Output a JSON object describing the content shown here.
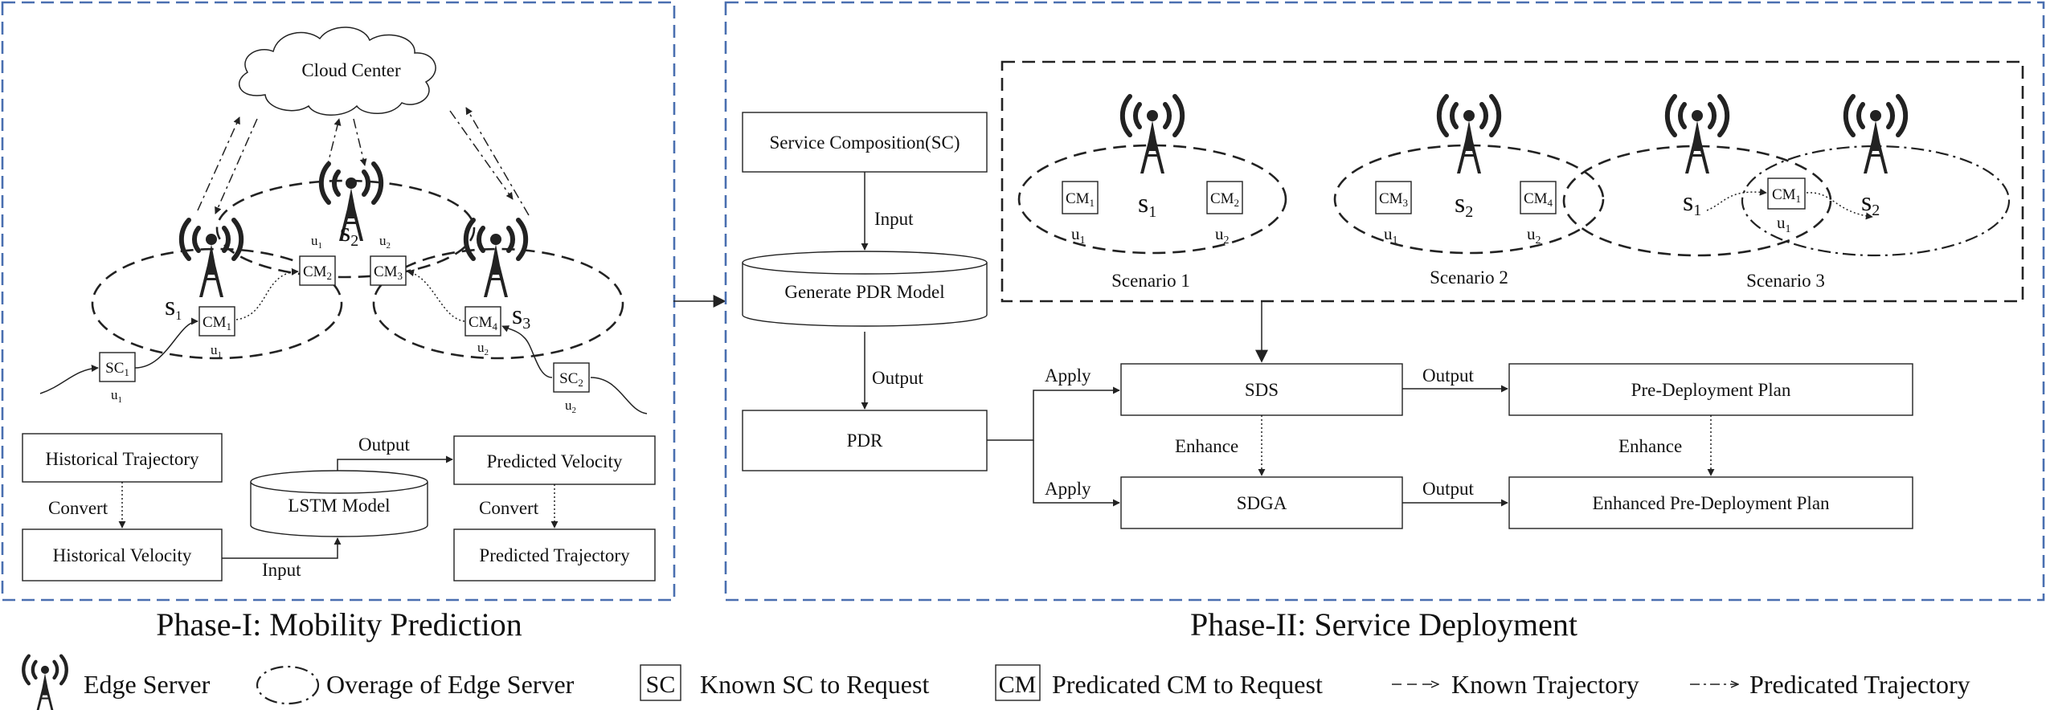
{
  "phase1": {
    "title": "Phase-I: Mobility Prediction",
    "cloud_label": "Cloud Center",
    "servers": [
      "s",
      "s",
      "s"
    ],
    "server_subs": [
      "1",
      "2",
      "3"
    ],
    "cm_labels": [
      "CM",
      "CM",
      "CM",
      "CM"
    ],
    "cm_subs": [
      "1",
      "2",
      "3",
      "4"
    ],
    "sc_labels": [
      "SC",
      "SC"
    ],
    "sc_subs": [
      "1",
      "2"
    ],
    "user_labels": [
      "u",
      "u",
      "u",
      "u",
      "u",
      "u"
    ],
    "user_subs": [
      "1",
      "1",
      "1",
      "2",
      "2",
      "2"
    ],
    "flow": {
      "historical_trajectory": "Historical Trajectory",
      "historical_velocity": "Historical Velocity",
      "lstm_model": "LSTM Model",
      "predicted_velocity": "Predicted Velocity",
      "predicted_trajectory": "Predicted Trajectory",
      "convert_left": "Convert",
      "convert_right": "Convert",
      "input": "Input",
      "output": "Output"
    }
  },
  "phase2": {
    "title": "Phase-II: Service Deployment",
    "service_composition": "Service Composition(SC)",
    "generate_pdr": "Generate PDR Model",
    "pdr": "PDR",
    "sds": "SDS",
    "sdga": "SDGA",
    "pre_deployment_plan": "Pre-Deployment Plan",
    "enhanced_plan": "Enhanced Pre-Deployment Plan",
    "labels": {
      "input": "Input",
      "output_model": "Output",
      "apply_top": "Apply",
      "apply_bottom": "Apply",
      "output_top": "Output",
      "output_bottom": "Output",
      "enhance_left": "Enhance",
      "enhance_right": "Enhance"
    },
    "scenarios": [
      {
        "label": "Scenario 1",
        "server": "s",
        "server_sub": "1",
        "cms": [
          "CM",
          "CM"
        ],
        "cm_subs": [
          "1",
          "2"
        ],
        "users": [
          "u",
          "u"
        ],
        "user_subs": [
          "1",
          "2"
        ]
      },
      {
        "label": "Scenario 2",
        "server": "s",
        "server_sub": "2",
        "cms": [
          "CM",
          "CM"
        ],
        "cm_subs": [
          "3",
          "4"
        ],
        "users": [
          "u",
          "u"
        ],
        "user_subs": [
          "1",
          "2"
        ]
      },
      {
        "label": "Scenario 3",
        "servers": [
          "s",
          "s"
        ],
        "server_subs": [
          "1",
          "2"
        ],
        "cm": "CM",
        "cm_sub": "1",
        "user": "u",
        "user_sub": "1"
      }
    ]
  },
  "legend": {
    "edge_server": "Edge Server",
    "coverage": "Overage of Edge Server",
    "sc_symbol": "SC",
    "sc_text": "Known SC to Request",
    "cm_symbol": "CM",
    "cm_text": "Predicated CM to Request",
    "known_trajectory": "Known Trajectory",
    "predicted_trajectory": "Predicated Trajectory"
  }
}
